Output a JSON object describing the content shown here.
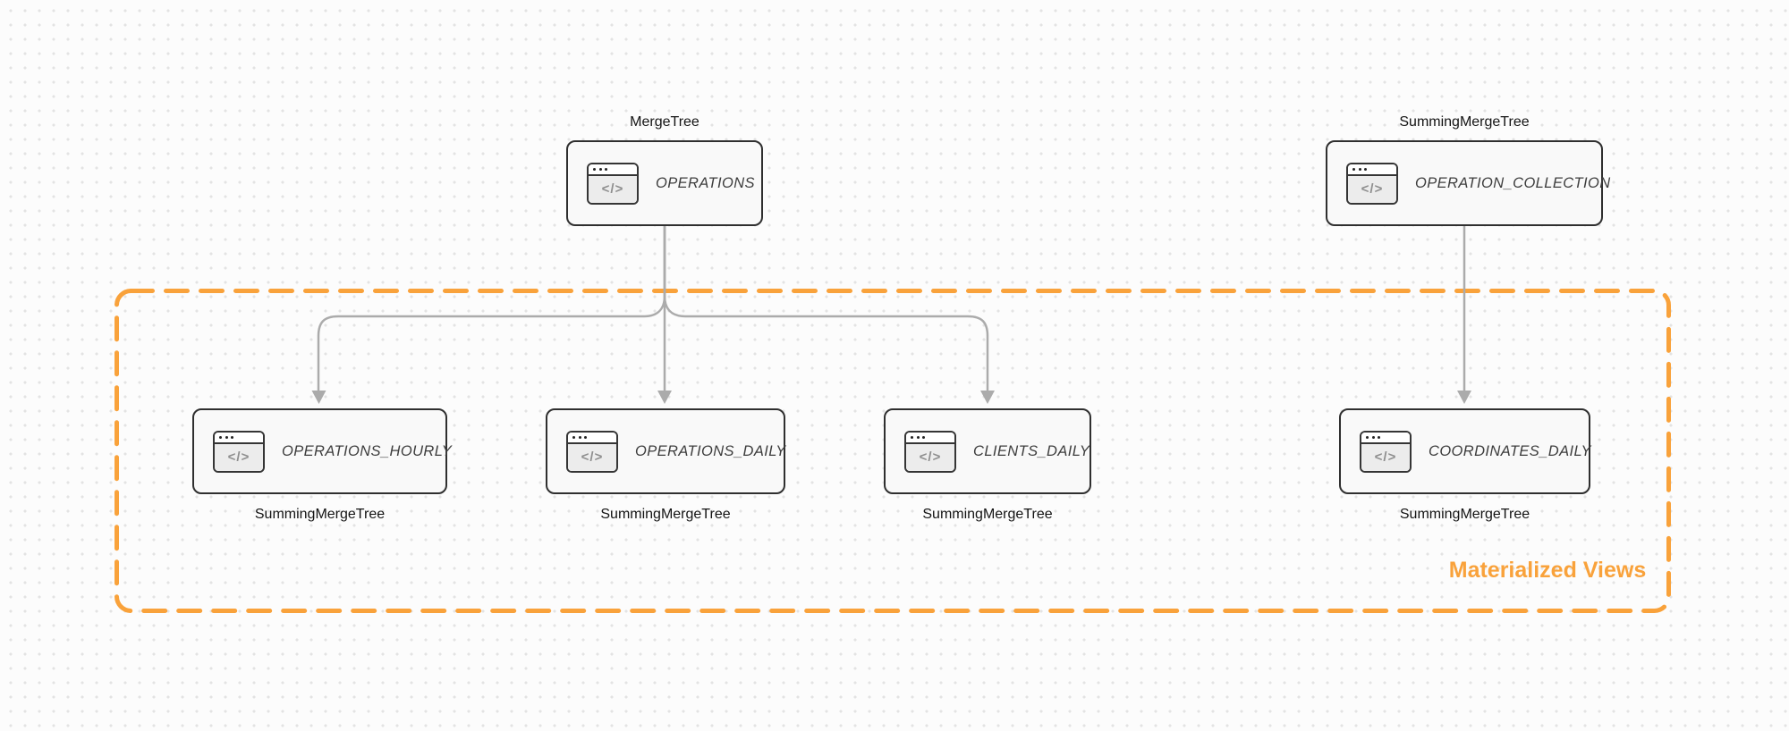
{
  "diagram": {
    "group_label": "Materialized Views",
    "accent_color": "#F9A23B",
    "edge_color": "#ABABAB",
    "node_border_color": "#2F2F2F",
    "node_fill_color": "#F9F9F9"
  },
  "nodes": [
    {
      "title": "OPERATIONS",
      "engine": "MergeTree"
    },
    {
      "title": "OPERATION_COLLECTION",
      "engine": "SummingMergeTree"
    },
    {
      "title": "OPERATIONS_HOURLY",
      "engine": "SummingMergeTree"
    },
    {
      "title": "OPERATIONS_DAILY",
      "engine": "SummingMergeTree"
    },
    {
      "title": "CLIENTS_DAILY",
      "engine": "SummingMergeTree"
    },
    {
      "title": "COORDINATES_DAILY",
      "engine": "SummingMergeTree"
    }
  ],
  "icons": {
    "code_glyph": "</>"
  }
}
